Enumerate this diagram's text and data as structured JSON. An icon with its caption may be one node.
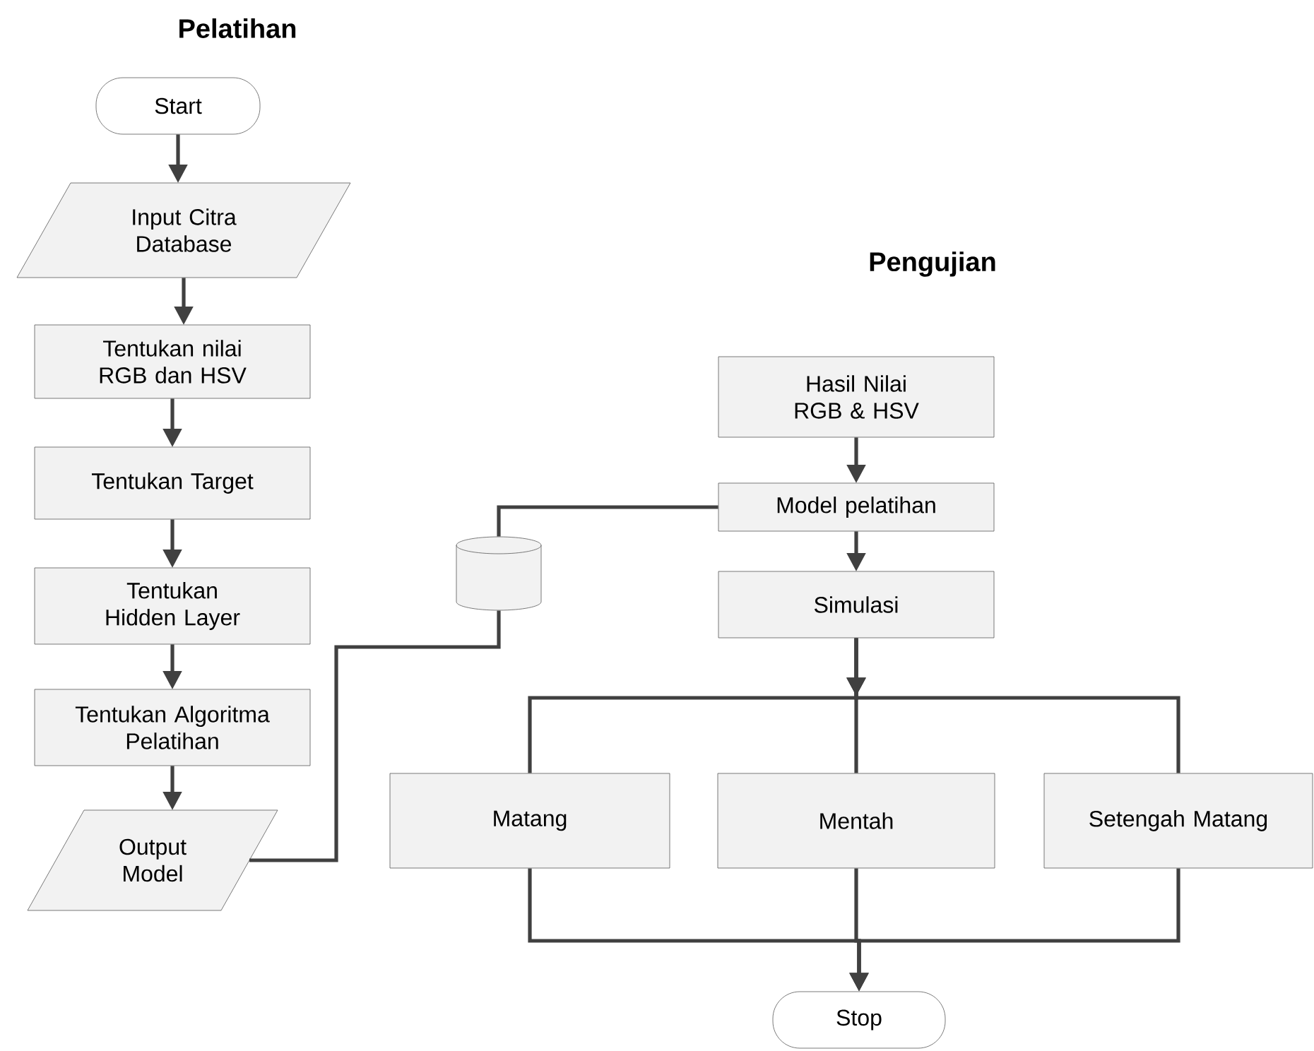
{
  "diagram": {
    "nodes": [
      {
        "text": [
          "Start"
        ]
      },
      {
        "text": [
          "Input Citra Database"
        ]
      },
      {
        "text": [
          "Tentukan nilai RGB dan HSV"
        ]
      },
      {
        "text": [
          "Tentukan Target"
        ]
      },
      {
        "text": [
          "Tentukan Hidden Layer"
        ]
      },
      {
        "text": [
          "Tentukan Algoritma Pelatihan"
        ]
      },
      {
        "text": [
          "Output Model"
        ]
      },
      {
        "text": [],
        "shape": "cylinder"
      },
      {
        "text": [
          "Hasil Nilai RGB & HSV"
        ]
      },
      {
        "text": [
          "Model pelatihan"
        ]
      },
      {
        "text": [
          "Simulasi"
        ]
      },
      {
        "text": [
          "Matang"
        ]
      },
      {
        "text": [
          "Mentah"
        ]
      },
      {
        "text": [
          "Setengah Matang"
        ]
      },
      {
        "text": [
          "Stop"
        ]
      }
    ],
    "edges": [
      {
        "from": 0,
        "to": 1,
        "arrow": "to"
      },
      {
        "from": 1,
        "to": 2,
        "arrow": "to"
      },
      {
        "from": 2,
        "to": 3,
        "arrow": "to"
      },
      {
        "from": 3,
        "to": 4,
        "arrow": "to"
      },
      {
        "from": 4,
        "to": 5,
        "arrow": "to"
      },
      {
        "from": 5,
        "to": 6,
        "arrow": "to"
      },
      {
        "from": 6,
        "to": 7,
        "arrow": "none"
      },
      {
        "from": 7,
        "to": 9,
        "arrow": "none"
      },
      {
        "from": 8,
        "to": 9,
        "arrow": "to"
      },
      {
        "from": 9,
        "to": 10,
        "arrow": "to"
      },
      {
        "from": 10,
        "to": 11,
        "arrow": "to"
      },
      {
        "from": 10,
        "to": 12,
        "arrow": "to"
      },
      {
        "from": 10,
        "to": 13,
        "arrow": "to"
      },
      {
        "from": 11,
        "to": 14,
        "arrow": "to"
      },
      {
        "from": 12,
        "to": 14,
        "arrow": "to"
      },
      {
        "from": 13,
        "to": 14,
        "arrow": "to"
      }
    ],
    "labels": [
      "Pelatihan",
      "Pengujian"
    ]
  }
}
